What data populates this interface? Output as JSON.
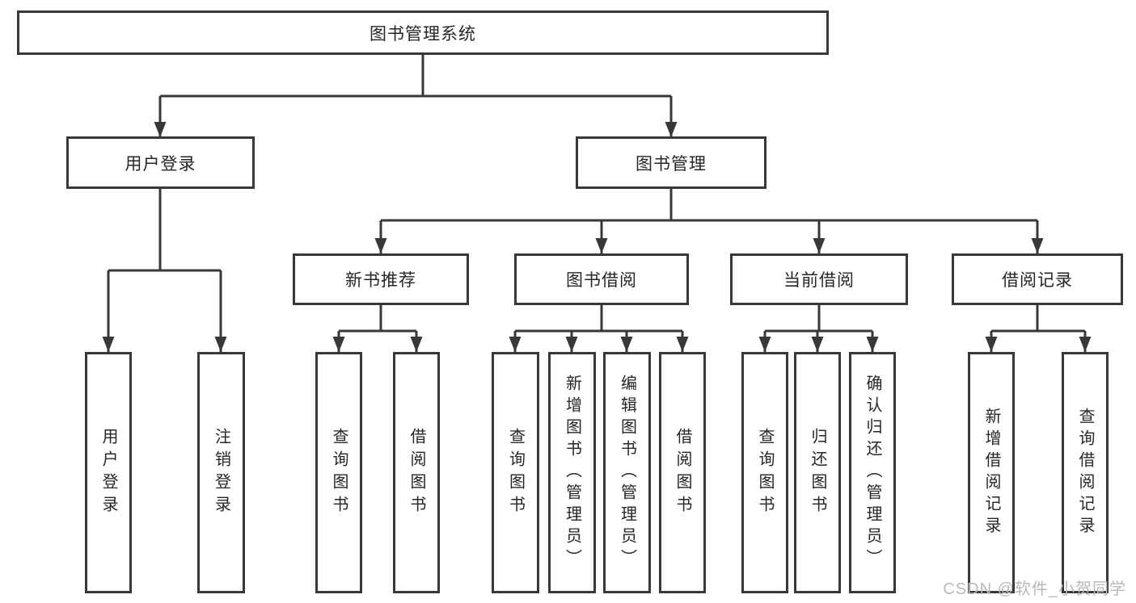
{
  "tree": {
    "root": {
      "label": "图书管理系统",
      "children": [
        {
          "label": "用户登录",
          "children": [
            {
              "label": "用户登录"
            },
            {
              "label": "注销登录"
            }
          ]
        },
        {
          "label": "图书管理",
          "children": [
            {
              "label": "新书推荐",
              "children": [
                {
                  "label": "查询图书"
                },
                {
                  "label": "借阅图书"
                }
              ]
            },
            {
              "label": "图书借阅",
              "children": [
                {
                  "label": "查询图书"
                },
                {
                  "label": "新增图书（管理员）"
                },
                {
                  "label": "编辑图书（管理员）"
                },
                {
                  "label": "借阅图书"
                }
              ]
            },
            {
              "label": "当前借阅",
              "children": [
                {
                  "label": "查询图书"
                },
                {
                  "label": "归还图书"
                },
                {
                  "label": "确认归还（管理员）"
                }
              ]
            },
            {
              "label": "借阅记录",
              "children": [
                {
                  "label": "新增借阅记录"
                },
                {
                  "label": "查询借阅记录"
                }
              ]
            }
          ]
        }
      ]
    }
  },
  "watermark": {
    "text": "CSDN @软件_小贺同学"
  },
  "colors": {
    "line": "#383838",
    "text": "#262626",
    "watermark": "#b9b9b9",
    "background": "#ffffff"
  }
}
